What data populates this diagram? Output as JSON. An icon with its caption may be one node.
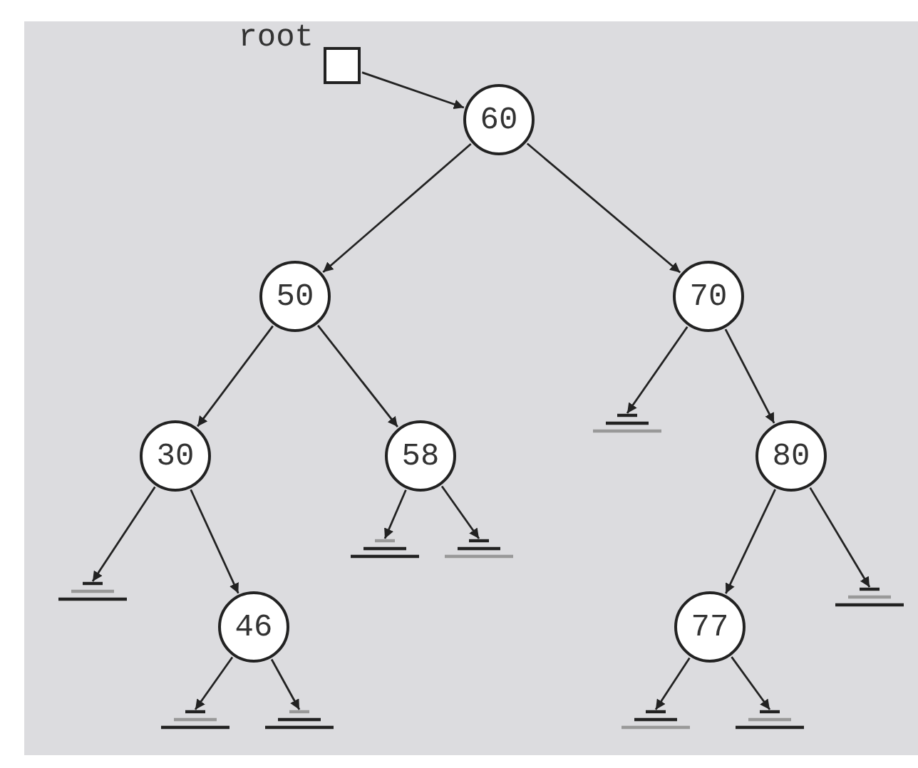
{
  "diagram": {
    "nodes": [
      {
        "text": [],
        "shape": "box",
        "beside": [
          "root"
        ]
      },
      {
        "text": [
          "60"
        ]
      },
      {
        "text": [
          "50"
        ]
      },
      {
        "text": [
          "70"
        ]
      },
      {
        "text": [],
        "shape": "ground"
      },
      {
        "text": [
          "30"
        ]
      },
      {
        "text": [
          "58"
        ]
      },
      {
        "text": [
          "80"
        ]
      },
      {
        "text": [],
        "shape": "ground"
      },
      {
        "text": [],
        "shape": "ground"
      },
      {
        "text": [],
        "shape": "ground"
      },
      {
        "text": [],
        "shape": "ground"
      },
      {
        "text": [
          "46"
        ]
      },
      {
        "text": [
          "77"
        ]
      },
      {
        "text": [],
        "shape": "ground"
      },
      {
        "text": [],
        "shape": "ground"
      },
      {
        "text": [],
        "shape": "ground"
      },
      {
        "text": [],
        "shape": "ground"
      }
    ],
    "edges": [
      {
        "from": 0,
        "to": 1,
        "arrow": "to"
      },
      {
        "from": 1,
        "to": 2,
        "arrow": "to"
      },
      {
        "from": 1,
        "to": 3,
        "arrow": "to"
      },
      {
        "from": 2,
        "to": 5,
        "arrow": "to"
      },
      {
        "from": 2,
        "to": 6,
        "arrow": "to"
      },
      {
        "from": 3,
        "to": 4,
        "arrow": "to"
      },
      {
        "from": 3,
        "to": 7,
        "arrow": "to"
      },
      {
        "from": 5,
        "to": 8,
        "arrow": "to"
      },
      {
        "from": 5,
        "to": 12,
        "arrow": "to"
      },
      {
        "from": 6,
        "to": 9,
        "arrow": "to"
      },
      {
        "from": 6,
        "to": 10,
        "arrow": "to"
      },
      {
        "from": 7,
        "to": 13,
        "arrow": "to"
      },
      {
        "from": 7,
        "to": 11,
        "arrow": "to"
      },
      {
        "from": 12,
        "to": 14,
        "arrow": "to"
      },
      {
        "from": 12,
        "to": 15,
        "arrow": "to"
      },
      {
        "from": 13,
        "to": 16,
        "arrow": "to"
      },
      {
        "from": 13,
        "to": 17,
        "arrow": "to"
      }
    ]
  }
}
